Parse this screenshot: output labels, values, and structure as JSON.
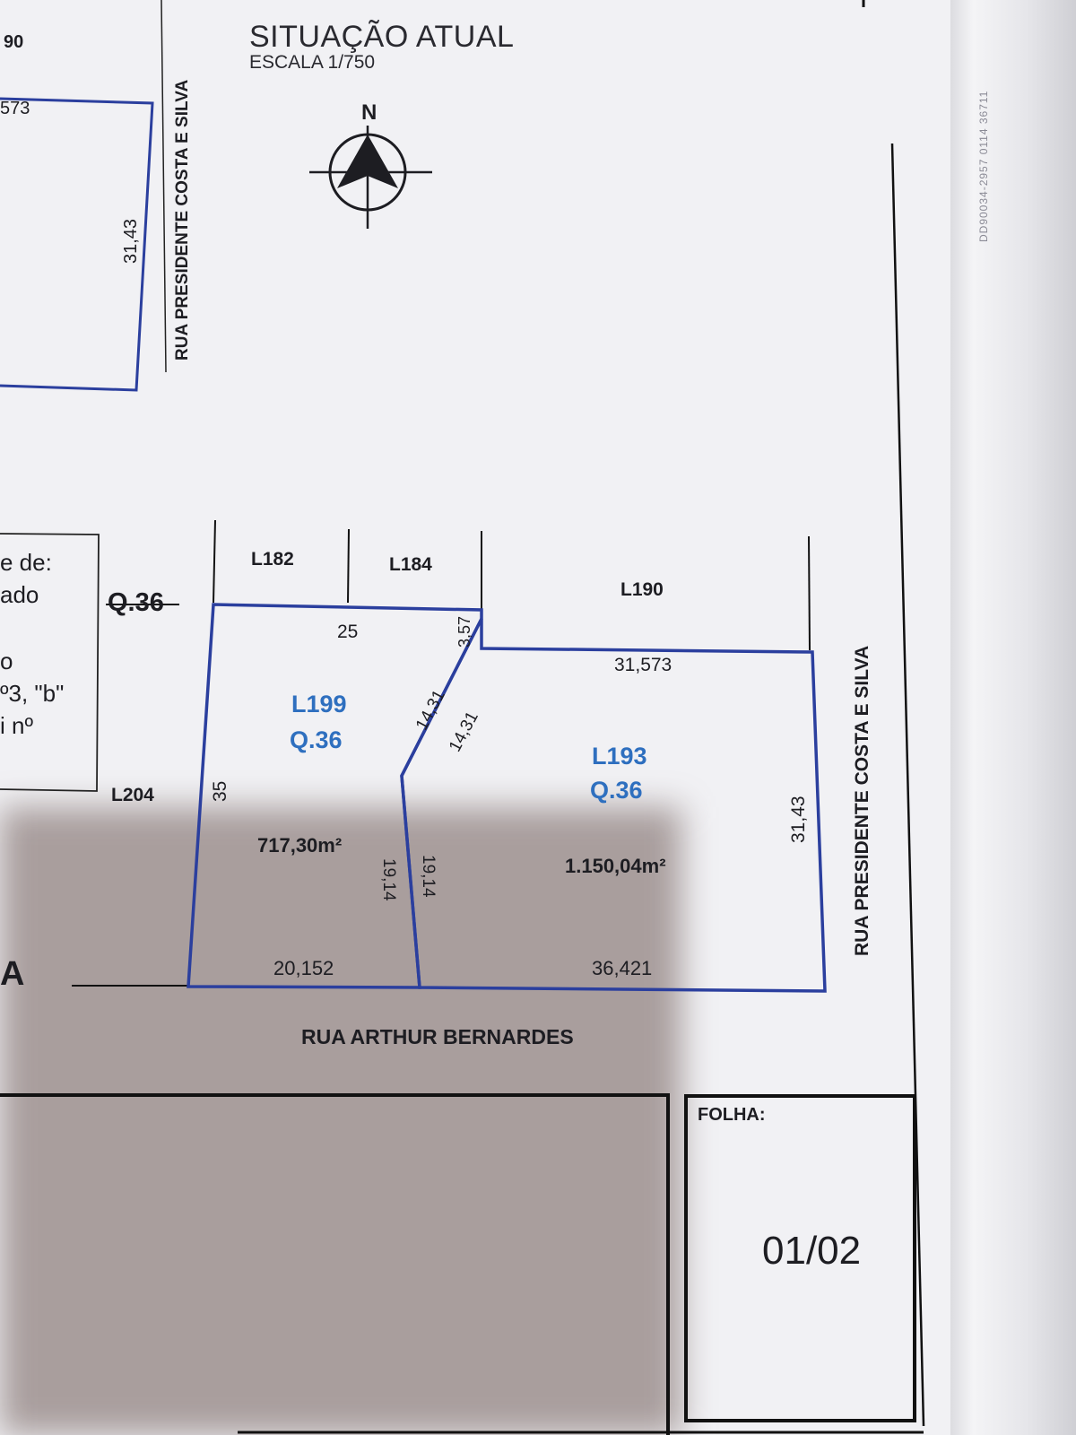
{
  "title": "SITUAÇÃO ATUAL",
  "scale": "ESCALA 1/750",
  "north": "N",
  "streets": {
    "left": "RUA PRESIDENTE COSTA E SILVA",
    "right": "RUA PRESIDENTE COSTA E SILVA",
    "bottom": "RUA ARTHUR BERNARDES"
  },
  "left_fragment": {
    "top_num": "90",
    "dim_a": "573",
    "dim_b": "31,43",
    "text_lines": [
      "e de:",
      "ado",
      "o",
      "º3, \"b\"",
      "i nº"
    ],
    "big_letter": "A"
  },
  "neighbors": {
    "l182": "L182",
    "l184": "L184",
    "l190": "L190",
    "l204": "L204",
    "block": "Q.36"
  },
  "lot_199": {
    "lot": "L199",
    "block": "Q.36",
    "area": "717,30m²",
    "dims": {
      "top": "25",
      "left": "35",
      "bottom": "20,152",
      "diagonal": "14,31",
      "inner": "19,14"
    }
  },
  "lot_193": {
    "lot": "L193",
    "block": "Q.36",
    "area": "1.150,04m²",
    "dims": {
      "top": "31,573",
      "notch": "3,57",
      "right": "31,43",
      "bottom": "36,421",
      "diagonal": "14,31",
      "inner": "19,14"
    }
  },
  "sheet": {
    "label": "FOLHA:",
    "number": "01/02"
  },
  "side_code": "DD90034-2957 0114 36711"
}
